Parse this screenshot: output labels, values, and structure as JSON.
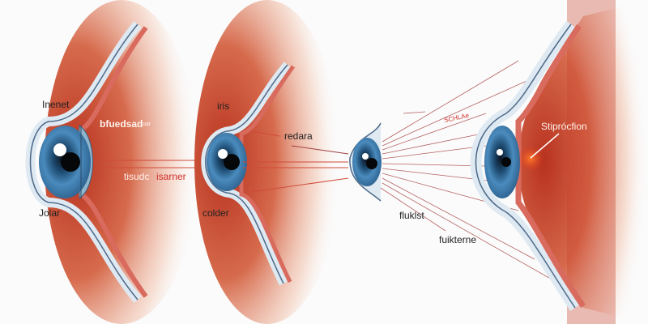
{
  "labels": {
    "inenet": "Inenet",
    "bfuedsad": "bfuedsad",
    "bfuedsad_small": "tuar",
    "tisudc": "tisudc",
    "isarner": "isarner",
    "jolar": "Jolar",
    "iris": "iris",
    "redara": "redara",
    "colder": "colder",
    "schlae": "SCHLAe",
    "fluklst": "fluklst",
    "fuikterne": "fuikterne",
    "stiprocfion": "Stiprócfion"
  },
  "colors": {
    "tissue": "#c8422c",
    "iris": "#3d7fb0",
    "ray": "#b54a4a",
    "background": "#fbfbfb"
  }
}
